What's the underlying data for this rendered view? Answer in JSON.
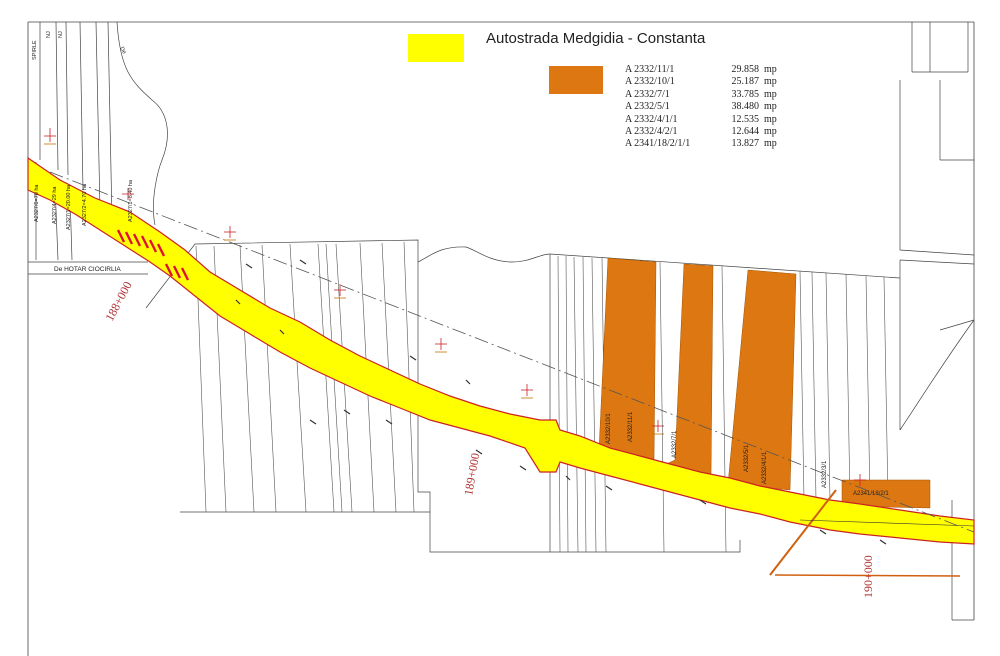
{
  "legend": {
    "title": "Autostrada Medgidia - Constanta",
    "highway_color": "#ffff00",
    "parcel_color": "#dd7711",
    "unit": "mp",
    "parcels": [
      {
        "id": "A 2332/11/1",
        "area": "29.858"
      },
      {
        "id": "A 2332/10/1",
        "area": "25.187"
      },
      {
        "id": "A 2332/7/1",
        "area": "33.785"
      },
      {
        "id": "A 2332/5/1",
        "area": "38.480"
      },
      {
        "id": "A 2332/4/1/1",
        "area": "12.535"
      },
      {
        "id": "A 2332/4/2/1",
        "area": "12.644"
      },
      {
        "id": "A 2341/18/2/1/1",
        "area": "13.827"
      }
    ]
  },
  "map_labels": {
    "boundary": "De HOTAR CIOCIRLIA",
    "chainages": [
      "188+000",
      "189+000",
      "190+000"
    ],
    "parcels": [
      "A2332/11/1",
      "A2332/10/1",
      "A2332/7/1",
      "A2332/5/1",
      "A2332/4/1/1",
      "A2332/3/1",
      "A2341/18/2/1"
    ],
    "left_parcels": [
      "A2327/6=70 ha",
      "A2327/4=29 ha",
      "A2327/1=20.00 ha",
      "A2327/2=4.70 ha",
      "A2327/1=8.40 ha"
    ],
    "top_labels": [
      "SPIRLE",
      "NJ",
      "NJ",
      "De"
    ]
  },
  "colors": {
    "line": "#333333",
    "red_line": "#cc2222",
    "dim_red": "#b03030"
  }
}
